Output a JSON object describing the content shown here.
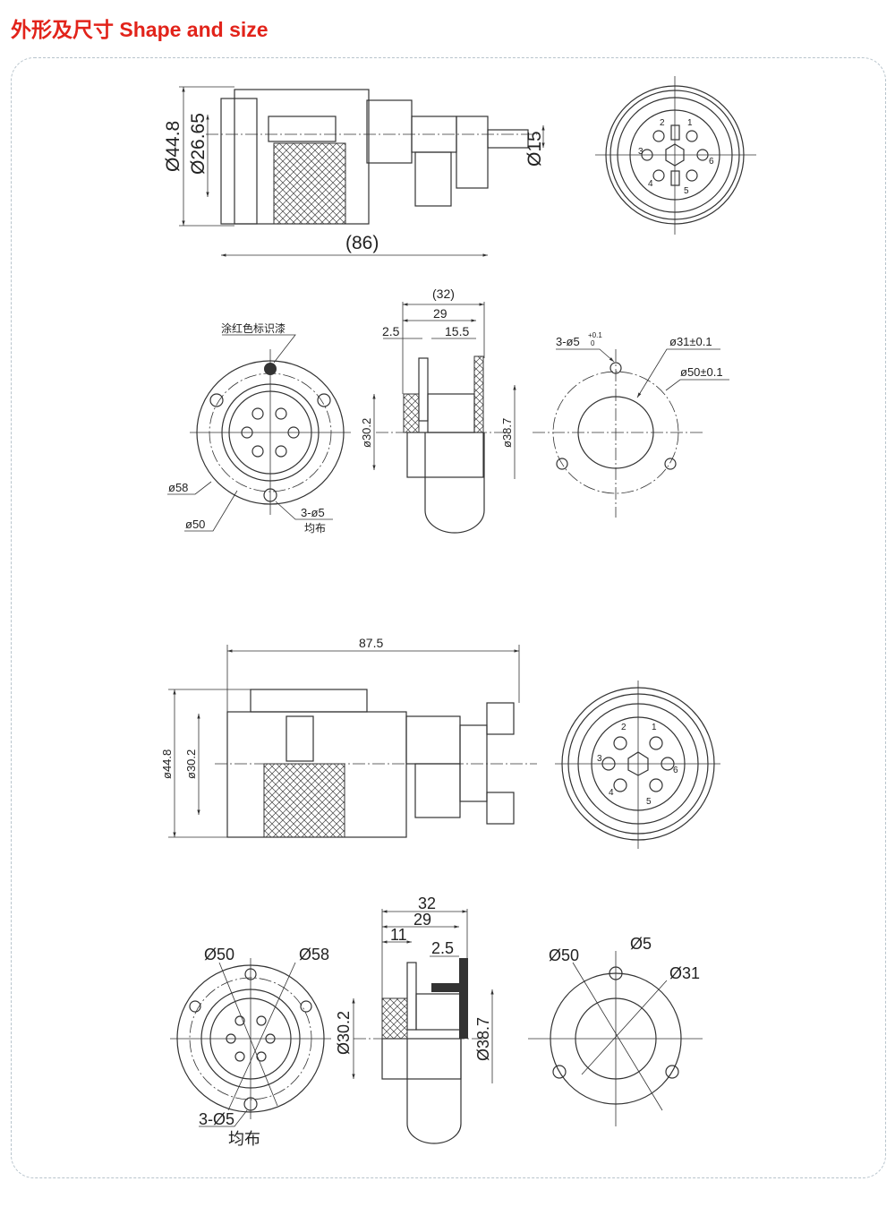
{
  "title": "外形及尺寸 Shape and size",
  "colors": {
    "title": "#e2231a",
    "line": "#333333",
    "border": "#b8c4cc"
  },
  "view1": {
    "d_outer": "Ø44.8",
    "d_inner": "Ø26.65",
    "d_cable": "Ø15",
    "length": "(86)"
  },
  "view1_face": {
    "pins": [
      "1",
      "2",
      "3",
      "4",
      "5",
      "6"
    ]
  },
  "view2": {
    "note": "涂红色标识漆",
    "d58": "ø58",
    "d50": "ø50",
    "holes": "3-ø5",
    "holes_note": "均布",
    "side_total": "(32)",
    "side_29": "29",
    "side_25": "2.5",
    "side_155": "15.5",
    "d302": "ø30.2",
    "d387": "ø38.7",
    "cut_holes": "3-ø5",
    "cut_tol_up": "+0.1",
    "cut_tol_low": "0",
    "cut_d31": "ø31±0.1",
    "cut_d50": "ø50±0.1"
  },
  "view3": {
    "length": "87.5",
    "d_outer": "ø44.8",
    "d_inner": "ø30.2"
  },
  "view3_face": {
    "pins": [
      "1",
      "2",
      "3",
      "4",
      "5",
      "6"
    ]
  },
  "view4": {
    "d50": "Ø50",
    "d58": "Ø58",
    "holes": "3-Ø5",
    "holes_note": "均布",
    "side_32": "32",
    "side_29": "29",
    "side_11": "11",
    "side_25": "2.5",
    "d302": "Ø30.2",
    "d387": "Ø38.7",
    "cut_d50": "Ø50",
    "cut_d5": "Ø5",
    "cut_d31": "Ø31"
  }
}
